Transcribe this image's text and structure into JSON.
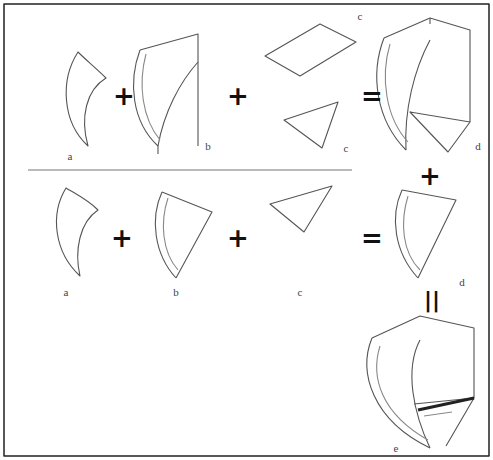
{
  "diagram": {
    "labels": [
      "a",
      "+",
      "b",
      "+",
      "c",
      "c",
      "=",
      "d",
      "+",
      "a",
      "+",
      "b",
      "+",
      "c",
      "=",
      "d",
      "||",
      "e"
    ]
  }
}
